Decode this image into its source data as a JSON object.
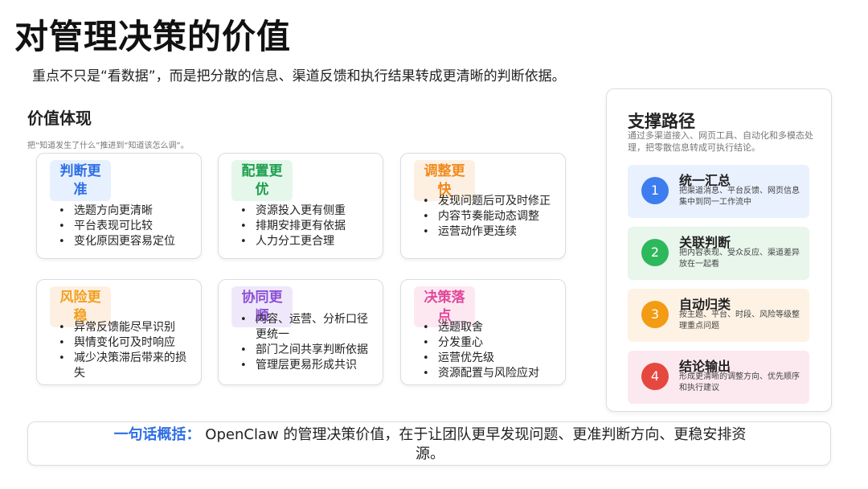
{
  "title": "对管理决策的价值",
  "subtitle": "重点不只是“看数据”，而是把分散的信息、渠道反馈和执行结果转成更清晰的判断依据。",
  "value_section": {
    "title": "价值体现",
    "subtitle": "把“知道发生了什么”推进到“知道该怎么调”。",
    "cards": [
      {
        "title": "判断更准",
        "items": [
          "选题方向更清晰",
          "平台表现可比较",
          "变化原因更容易定位"
        ]
      },
      {
        "title": "配置更优",
        "items": [
          "资源投入更有侧重",
          "排期安排更有依据",
          "人力分工更合理"
        ]
      },
      {
        "title": "调整更快",
        "items": [
          "发现问题后可及时修正",
          "内容节奏能动态调整",
          "运营动作更连续"
        ]
      },
      {
        "title": "风险更稳",
        "items": [
          "异常反馈能尽早识别",
          "舆情变化可及时响应",
          "减少决策滞后带来的损失"
        ]
      },
      {
        "title": "协同更顺",
        "items": [
          "内容、运营、分析口径更统一",
          "部门之间共享判断依据",
          "管理层更易形成共识"
        ]
      },
      {
        "title": "决策落点",
        "items": [
          "选题取舍",
          "分发重心",
          "运营优先级",
          "资源配置与风险应对"
        ]
      }
    ]
  },
  "support": {
    "title": "支撑路径",
    "desc": "通过多渠道接入、网页工具、自动化和多模态处理，把零散信息转成可执行结论。",
    "steps": [
      {
        "num": "1",
        "title": "统一汇总",
        "desc": "把渠道消息、平台反馈、网页信息集中到同一工作流中",
        "color": "#3d7df0",
        "bg": "#e9f1fe"
      },
      {
        "num": "2",
        "title": "关联判断",
        "desc": "把内容表现、受众反应、渠道差异放在一起看",
        "color": "#2eb85c",
        "bg": "#e8f6ec"
      },
      {
        "num": "3",
        "title": "自动归类",
        "desc": "按主题、平台、时段、风险等级整理重点问题",
        "color": "#f29b13",
        "bg": "#fdf2e4"
      },
      {
        "num": "4",
        "title": "结论输出",
        "desc": "形成更清晰的调整方向、优先顺序和执行建议",
        "color": "#e6473f",
        "bg": "#fce9ef"
      }
    ]
  },
  "summary": {
    "label": "一句话概括：",
    "text": "OpenClaw 的管理决策价值，在于让团队更早发现问题、更准判断方向、更稳安排资源。"
  }
}
